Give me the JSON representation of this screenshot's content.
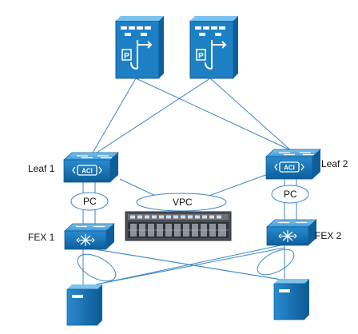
{
  "nodes": {
    "spine_left": {
      "icon": "spine-switch-icon"
    },
    "spine_right": {
      "icon": "spine-switch-icon"
    },
    "leaf1": {
      "label": "Leaf 1",
      "badge": "ACI",
      "icon": "aci-leaf-switch-icon"
    },
    "leaf2": {
      "label": "Leaf 2",
      "badge": "ACI",
      "icon": "aci-leaf-switch-icon"
    },
    "fex1": {
      "label": "FEX  1",
      "icon": "fabric-extender-icon"
    },
    "fex2": {
      "label": "FEX  2",
      "icon": "fabric-extender-icon"
    },
    "server_center": {
      "icon": "rack-server-icon"
    },
    "server_left": {
      "icon": "tower-server-icon"
    },
    "server_right": {
      "icon": "tower-server-icon"
    }
  },
  "bundles": {
    "pc_left": {
      "label": "PC"
    },
    "pc_right": {
      "label": "PC"
    },
    "vpc": {
      "label": "VPC"
    }
  },
  "colors": {
    "device_fill": "#1d7fc3",
    "device_dark": "#0f5a92",
    "device_light": "#5eb2e6",
    "link": "#3a86c8"
  }
}
